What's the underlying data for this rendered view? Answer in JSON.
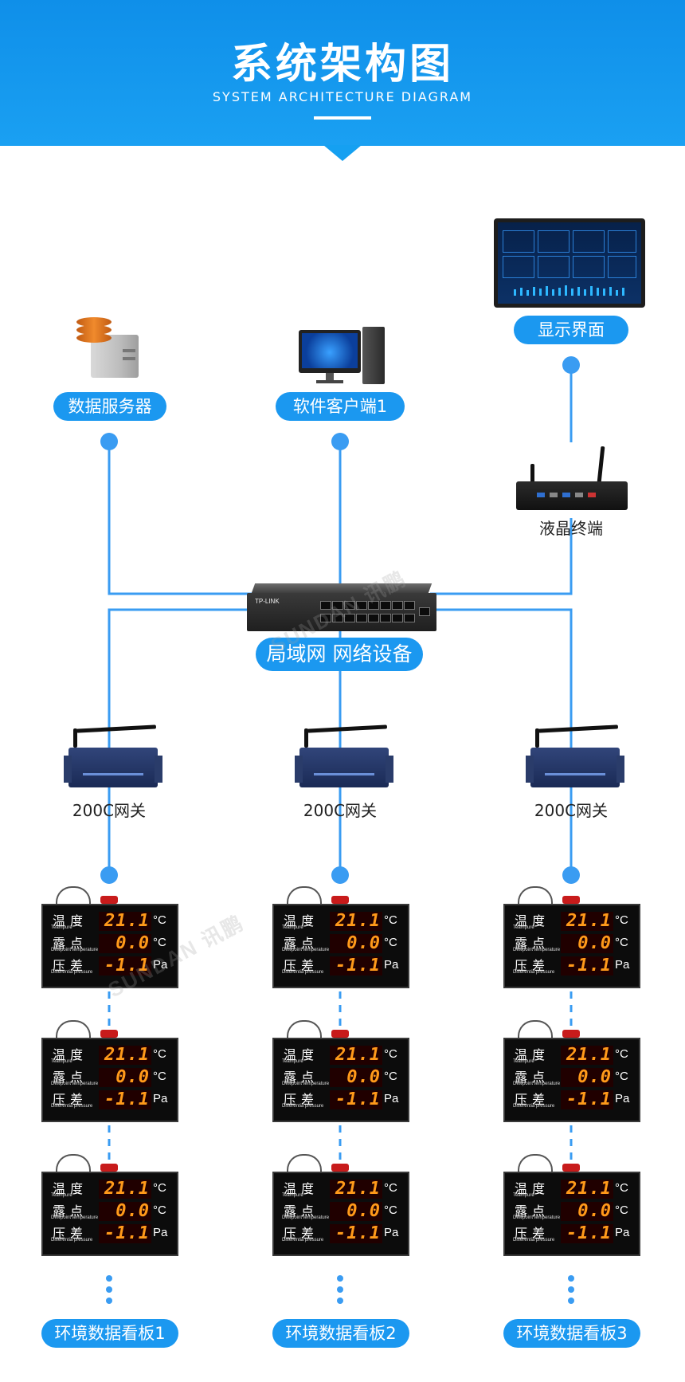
{
  "header": {
    "title": "系统架构图",
    "subtitle": "SYSTEM ARCHITECTURE DIAGRAM"
  },
  "nodes": {
    "server": {
      "label": "数据服务器"
    },
    "client": {
      "label": "软件客户端1"
    },
    "display": {
      "label": "显示界面"
    },
    "lcd": {
      "label": "液晶终端"
    },
    "network": {
      "label": "局域网 网络设备"
    },
    "switch_brand": "TP-LINK",
    "gateways": [
      {
        "label": "200C网关"
      },
      {
        "label": "200C网关"
      },
      {
        "label": "200C网关"
      }
    ],
    "boards": [
      {
        "label": "环境数据看板1"
      },
      {
        "label": "环境数据看板2"
      },
      {
        "label": "环境数据看板3"
      }
    ]
  },
  "board_readings": {
    "temp": {
      "name": "温度",
      "en": "Teampure",
      "value": "21.1",
      "unit": "°C"
    },
    "dew": {
      "name": "露点",
      "en": "Dewpoint temperature",
      "value": "0.0",
      "unit": "°C"
    },
    "diff": {
      "name": "压差",
      "en": "Differentia pressure",
      "value": "-1.1",
      "unit": "Pa"
    }
  },
  "watermark": "SUNDAN 讯鹏",
  "colors": {
    "header_blue": "#1298eb",
    "pill_blue": "#1b98f0",
    "line_blue": "#3a9cf2",
    "led_orange": "#ff9a1a"
  }
}
